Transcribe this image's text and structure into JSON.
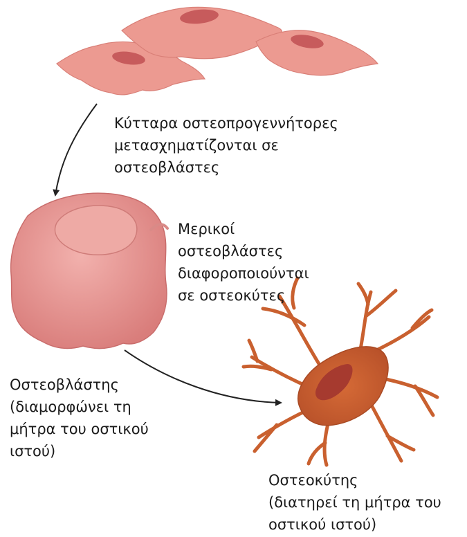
{
  "labels": {
    "progenitor": [
      "Κύτταρα οστεοπρογεννήτορες",
      "μετασχηματίζονται σε",
      "οστεοβλάστες"
    ],
    "differentiate": [
      "Μερικοί",
      "οστεοβλάστες",
      "διαφοροποιούνται",
      "σε οστεοκύτες"
    ],
    "osteoblast": [
      "Οστεοβλάστης",
      "(διαμορφώνει τη",
      "μήτρα του οστικού",
      "ιστού)"
    ],
    "osteocyte": [
      "Οστεοκύτης",
      "(διατηρεί τη μήτρα του",
      "οστικού ιστού)"
    ]
  },
  "colors": {
    "progenitor_cell": "#ec9a91",
    "progenitor_nucleus": "#c75b5c",
    "osteoblast_cell": "#e48f8c",
    "osteoblast_nucleus": "#eaa6a2",
    "osteocyte_cell": "#c9602f",
    "osteocyte_nucleus": "#a63a2f",
    "arrow": "#222222"
  }
}
